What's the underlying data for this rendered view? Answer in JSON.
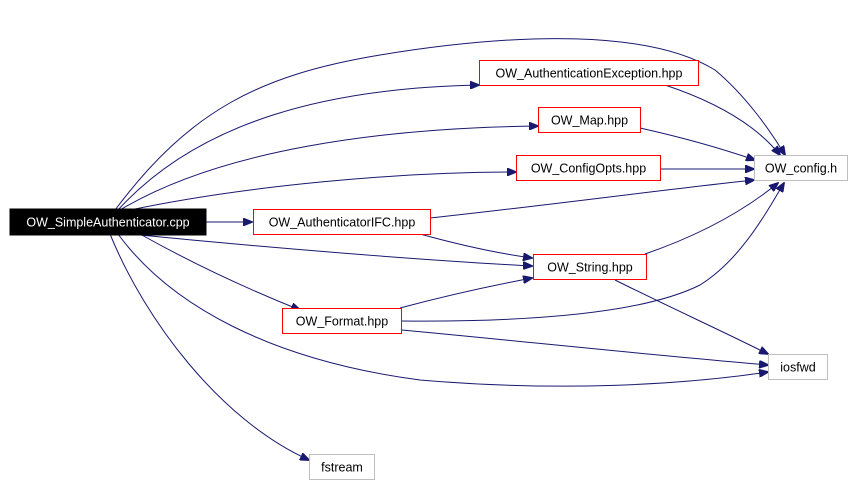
{
  "graph": {
    "colors": {
      "edge": "#191970",
      "root_fill": "#000000",
      "root_text": "#ffffff",
      "linked_border": "#ff0000",
      "external_border": "#bfbfbf",
      "text": "#000000"
    },
    "nodes": [
      {
        "id": "root",
        "label": "OW_SimpleAuthenticator.cpp",
        "kind": "root"
      },
      {
        "id": "authexc",
        "label": "OW_AuthenticationException.hpp",
        "kind": "linked"
      },
      {
        "id": "map",
        "label": "OW_Map.hpp",
        "kind": "linked"
      },
      {
        "id": "configopts",
        "label": "OW_ConfigOpts.hpp",
        "kind": "linked"
      },
      {
        "id": "authifc",
        "label": "OW_AuthenticatorIFC.hpp",
        "kind": "linked"
      },
      {
        "id": "string",
        "label": "OW_String.hpp",
        "kind": "linked"
      },
      {
        "id": "format",
        "label": "OW_Format.hpp",
        "kind": "linked"
      },
      {
        "id": "config",
        "label": "OW_config.h",
        "kind": "external"
      },
      {
        "id": "iosfwd",
        "label": "iosfwd",
        "kind": "external"
      },
      {
        "id": "fstream",
        "label": "fstream",
        "kind": "external"
      }
    ],
    "edges": [
      {
        "from": "root",
        "to": "config"
      },
      {
        "from": "root",
        "to": "authexc"
      },
      {
        "from": "root",
        "to": "map"
      },
      {
        "from": "root",
        "to": "configopts"
      },
      {
        "from": "root",
        "to": "authifc"
      },
      {
        "from": "root",
        "to": "string"
      },
      {
        "from": "root",
        "to": "format"
      },
      {
        "from": "root",
        "to": "iosfwd"
      },
      {
        "from": "root",
        "to": "fstream"
      },
      {
        "from": "authexc",
        "to": "config"
      },
      {
        "from": "map",
        "to": "config"
      },
      {
        "from": "configopts",
        "to": "config"
      },
      {
        "from": "authifc",
        "to": "config"
      },
      {
        "from": "authifc",
        "to": "string"
      },
      {
        "from": "string",
        "to": "config"
      },
      {
        "from": "string",
        "to": "iosfwd"
      },
      {
        "from": "format",
        "to": "string"
      },
      {
        "from": "format",
        "to": "config"
      },
      {
        "from": "format",
        "to": "iosfwd"
      }
    ]
  }
}
